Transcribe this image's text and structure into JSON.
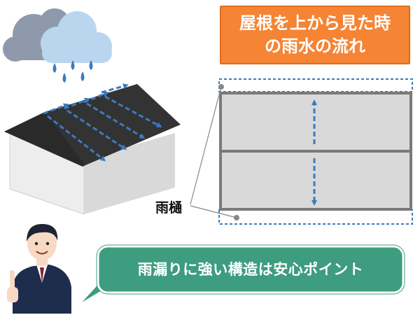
{
  "title": {
    "line1": "屋根を上から見た時",
    "line2": "の雨水の流れ"
  },
  "gutter_label": "雨樋",
  "speech": "雨漏りに強い構造は安心ポイント",
  "colors": {
    "title_bg": "#f58434",
    "bubble_bg": "#3e9c7f",
    "arrow": "#3b7bbf",
    "roof": "#333333",
    "wall": "#ececec",
    "panel": "#d9d9d9",
    "panel_border": "#7a7a7a"
  },
  "icons": [
    "rain-cloud-icon",
    "raindrop-icon",
    "house-icon",
    "businessman-icon"
  ]
}
